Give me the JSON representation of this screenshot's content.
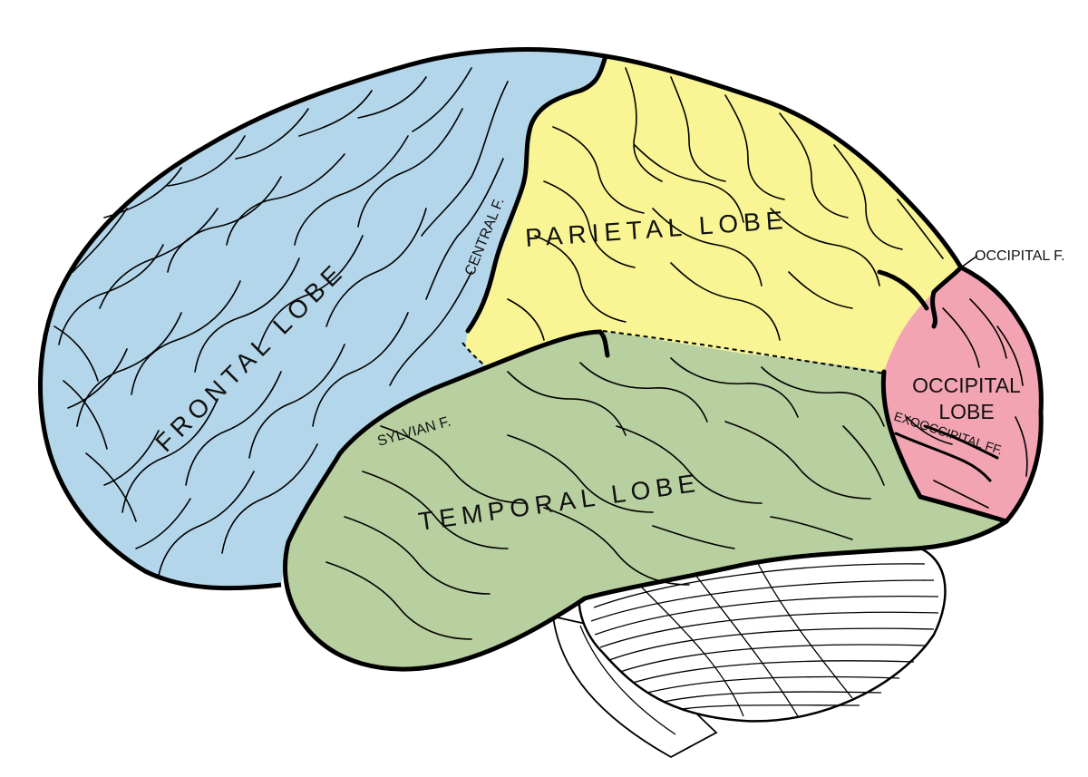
{
  "lobes": {
    "frontal": {
      "label": "FRONTAL LOBE",
      "color": "#b3d6ea"
    },
    "parietal": {
      "label": "PARIETAL LOBE",
      "color": "#f9f595"
    },
    "temporal": {
      "label": "TEMPORAL LOBE",
      "color": "#b8cf9f"
    },
    "occipital": {
      "label_line1": "OCCIPITAL",
      "label_line2": "LOBE",
      "color": "#f2a4b3"
    }
  },
  "fissures": {
    "central": "CENTRAL F.",
    "sylvian": "SYLVIAN F.",
    "occipital": "OCCIPITAL F.",
    "exooccipital": "EXOOCCIPITAL FF."
  },
  "colors": {
    "outline": "#000000",
    "background": "#ffffff",
    "cerebellum": "#ffffff"
  }
}
